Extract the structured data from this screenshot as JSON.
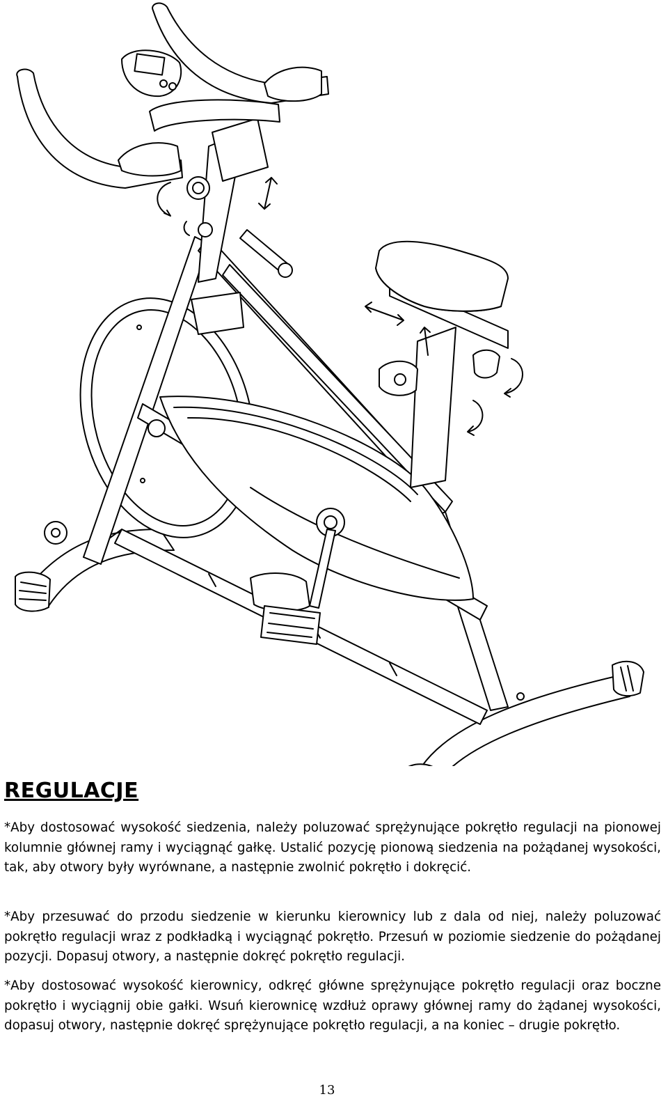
{
  "figure": {
    "image_name": "exercise-bike-line-drawing"
  },
  "section": {
    "heading": "REGULACJE",
    "paragraphs": [
      "*Aby dostosować wysokość siedzenia, należy poluzować sprężynujące pokrętło regulacji na pionowej kolumnie głównej ramy i wyciągnąć gałkę. Ustalić pozycję pionową siedzenia na pożądanej wysokości, tak, aby otwory były wyrównane, a następnie zwolnić pokrętło i dokręcić.",
      "*Aby przesuwać do przodu siedzenie w kierunku kierownicy lub z dala od niej, należy poluzować pokrętło regulacji wraz z podkładką i wyciągnąć pokrętło. Przesuń w poziomie siedzenie do pożądanej pozycji. Dopasuj otwory, a następnie dokręć pokrętło regulacji.",
      "*Aby dostosować wysokość kierownicy, odkręć główne sprężynujące pokrętło regulacji oraz boczne pokrętło i wyciągnij obie gałki. Wsuń kierownicę wzdłuż oprawy głównej ramy do żądanej wysokości, dopasuj otwory, następnie dokręć sprężynujące pokrętło regulacji, a na koniec – drugie pokrętło."
    ]
  },
  "footer": {
    "page_number": "13"
  }
}
